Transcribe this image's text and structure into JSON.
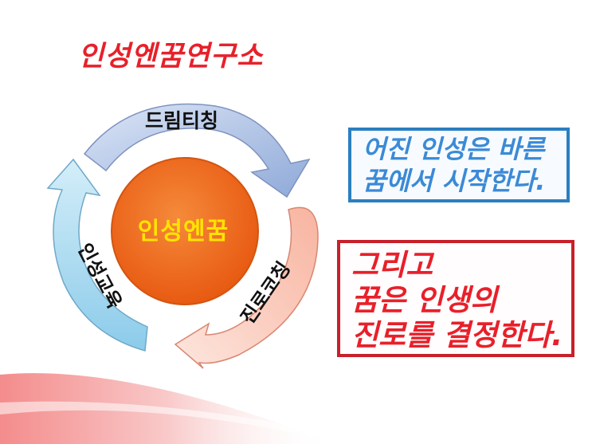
{
  "title": "인성엔꿈연구소",
  "center": {
    "label": "인성엔꿈"
  },
  "cycle_arrows": [
    {
      "label": "드림티칭",
      "color": "#a9bfe3"
    },
    {
      "label": "진로코칭",
      "color": "#f6a58c"
    },
    {
      "label": "인성교육",
      "color": "#a9d8ef"
    }
  ],
  "box1": {
    "lines": [
      "어진 인성은 바른",
      "꿈에서 시작한다."
    ]
  },
  "box2": {
    "lines": [
      "그리고",
      "꿈은 인생의",
      "진로를 결정한다."
    ]
  },
  "colors": {
    "title": "#e8202a",
    "center_fill": "#f06a1e",
    "center_text": "#ffe400",
    "box1_border": "#2a7fc0",
    "box2_border": "#c8202a"
  }
}
